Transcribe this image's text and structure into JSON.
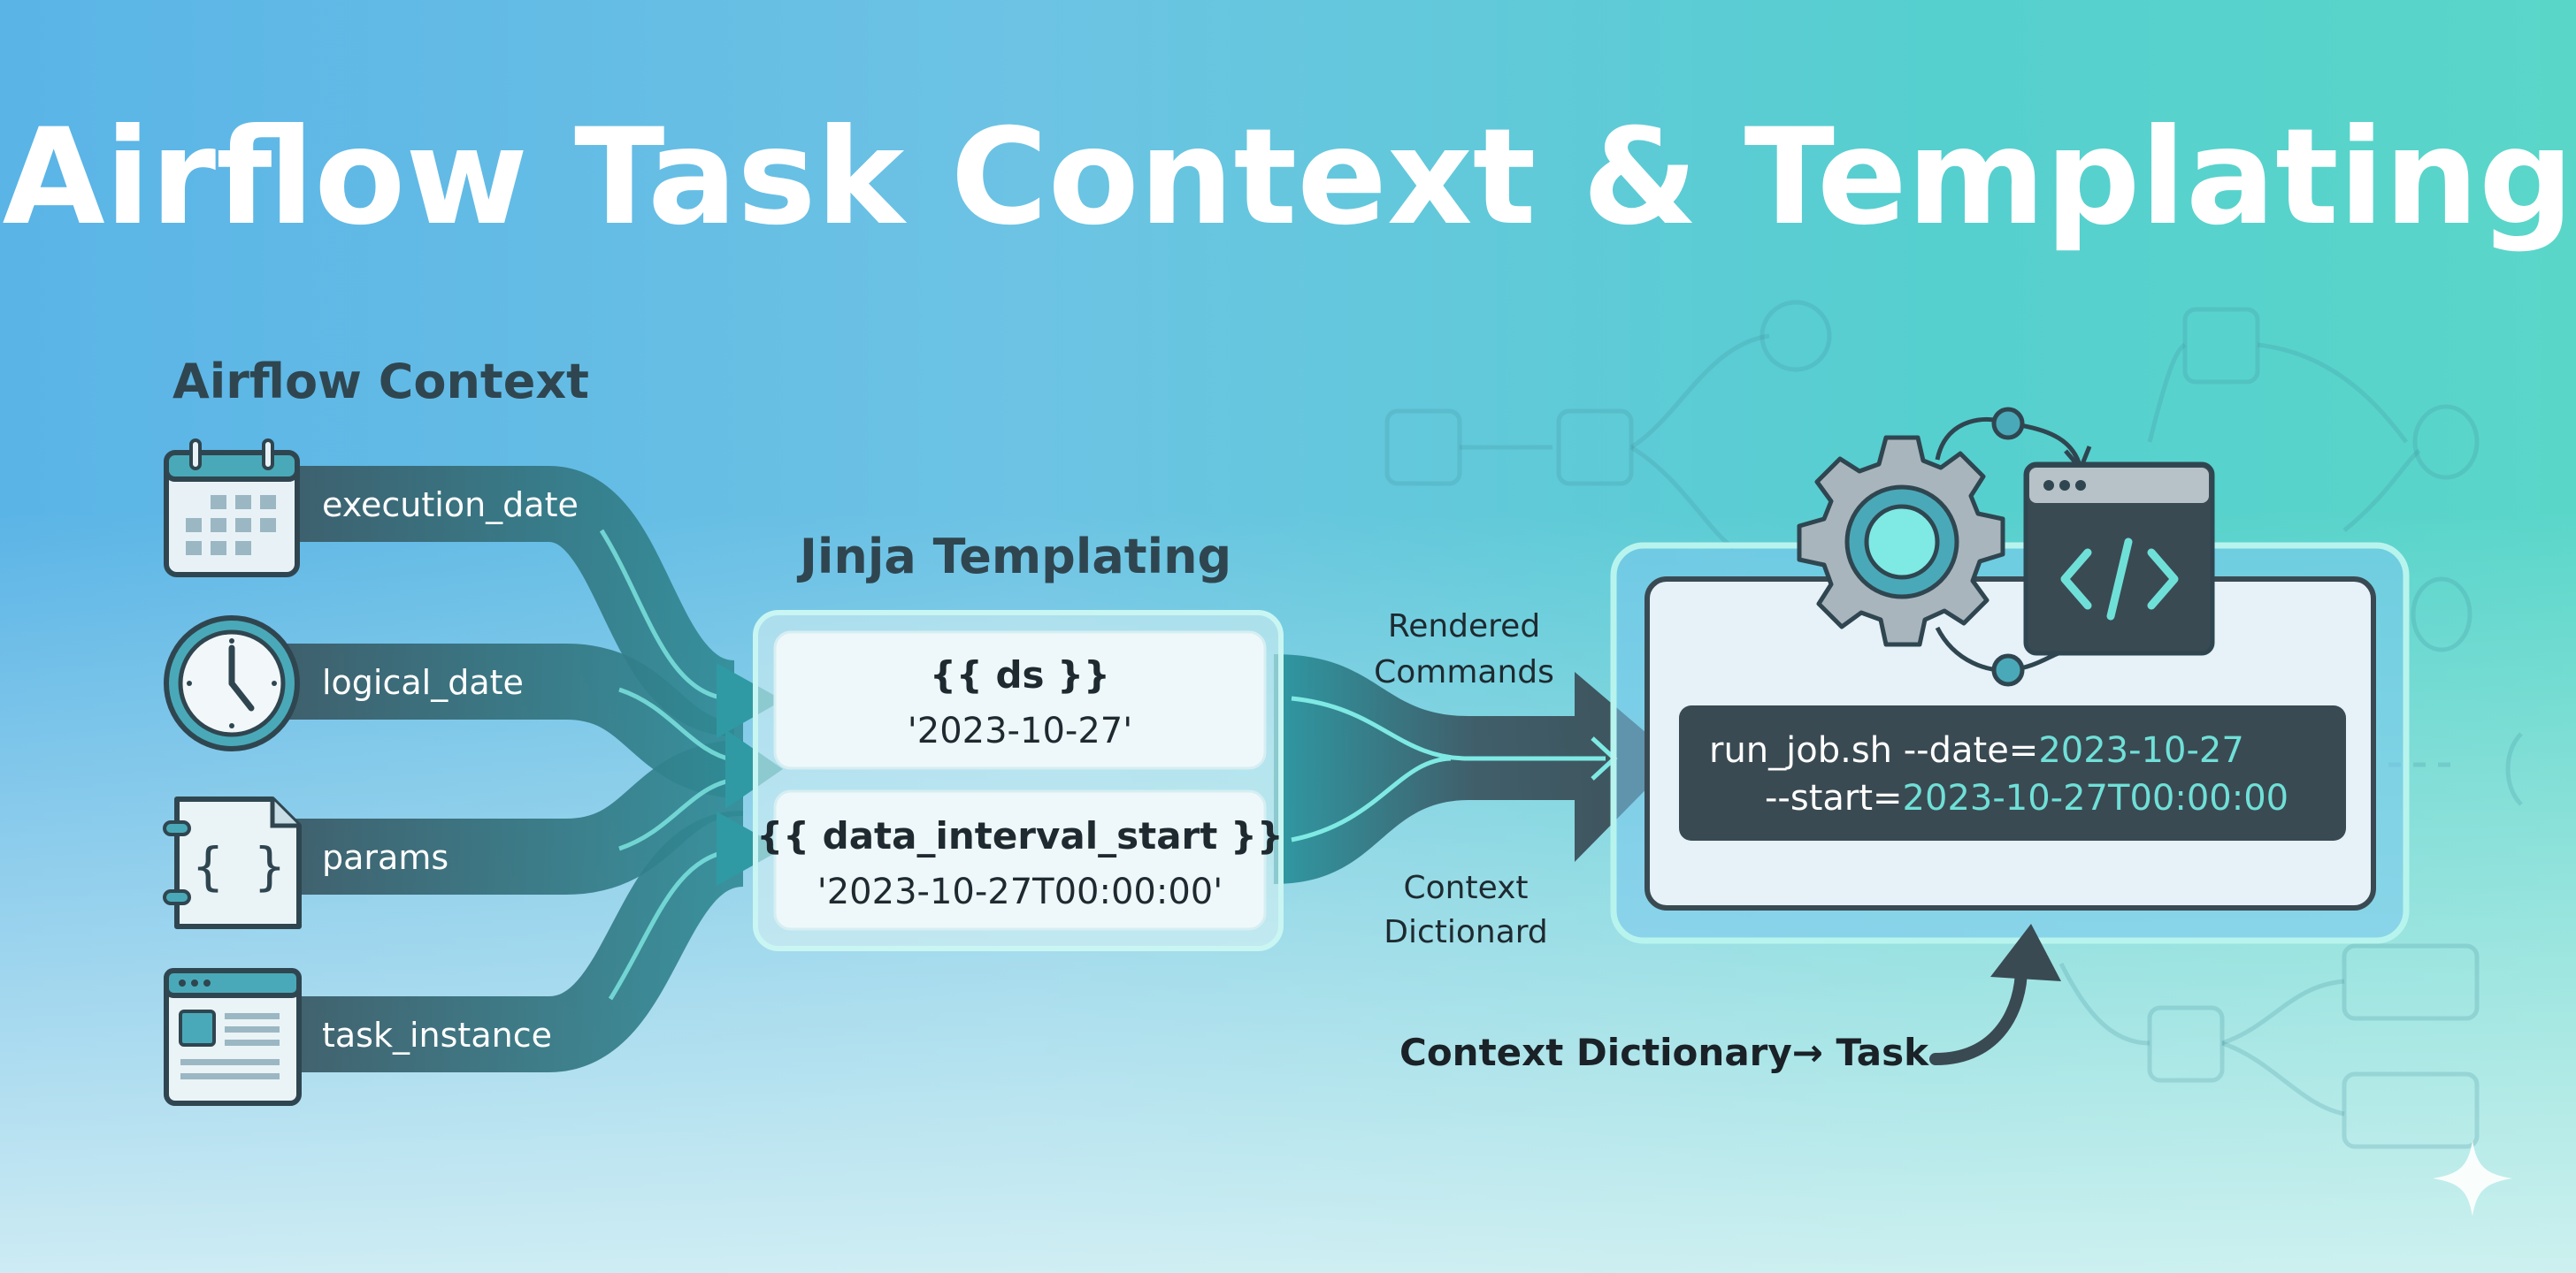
{
  "title": "Airflow Task Context & Templating",
  "context": {
    "heading": "Airflow Context",
    "items": [
      {
        "label": "execution_date",
        "icon": "calendar-icon"
      },
      {
        "label": "logical_date",
        "icon": "clock-icon"
      },
      {
        "label": "params",
        "icon": "curly-braces-document-icon"
      },
      {
        "label": "task_instance",
        "icon": "browser-window-icon"
      }
    ]
  },
  "jinja": {
    "heading": "Jinja Templating",
    "cards": [
      {
        "template": "{{ ds }}",
        "value": "'2023-10-27'"
      },
      {
        "template": "{{ data_interval_start }}",
        "value": "'2023-10-27T00:00:00'"
      }
    ]
  },
  "flow_labels": {
    "rendered_line1": "Rendered",
    "rendered_line2": "Commands",
    "context_line1": "Context",
    "context_line2": "Dictionard"
  },
  "command": {
    "line1_prefix": "run_job.sh --date=",
    "line1_value": "2023-10-27",
    "line2_prefix": "--start=",
    "line2_value": "2023-10-27T00:00:00"
  },
  "bottom_label": "Context Dictionary→ Task",
  "colors": {
    "band": "#3c5864",
    "accent": "#6fe0d8",
    "panel_dark": "#3a4a52",
    "title": "#ffffff"
  }
}
